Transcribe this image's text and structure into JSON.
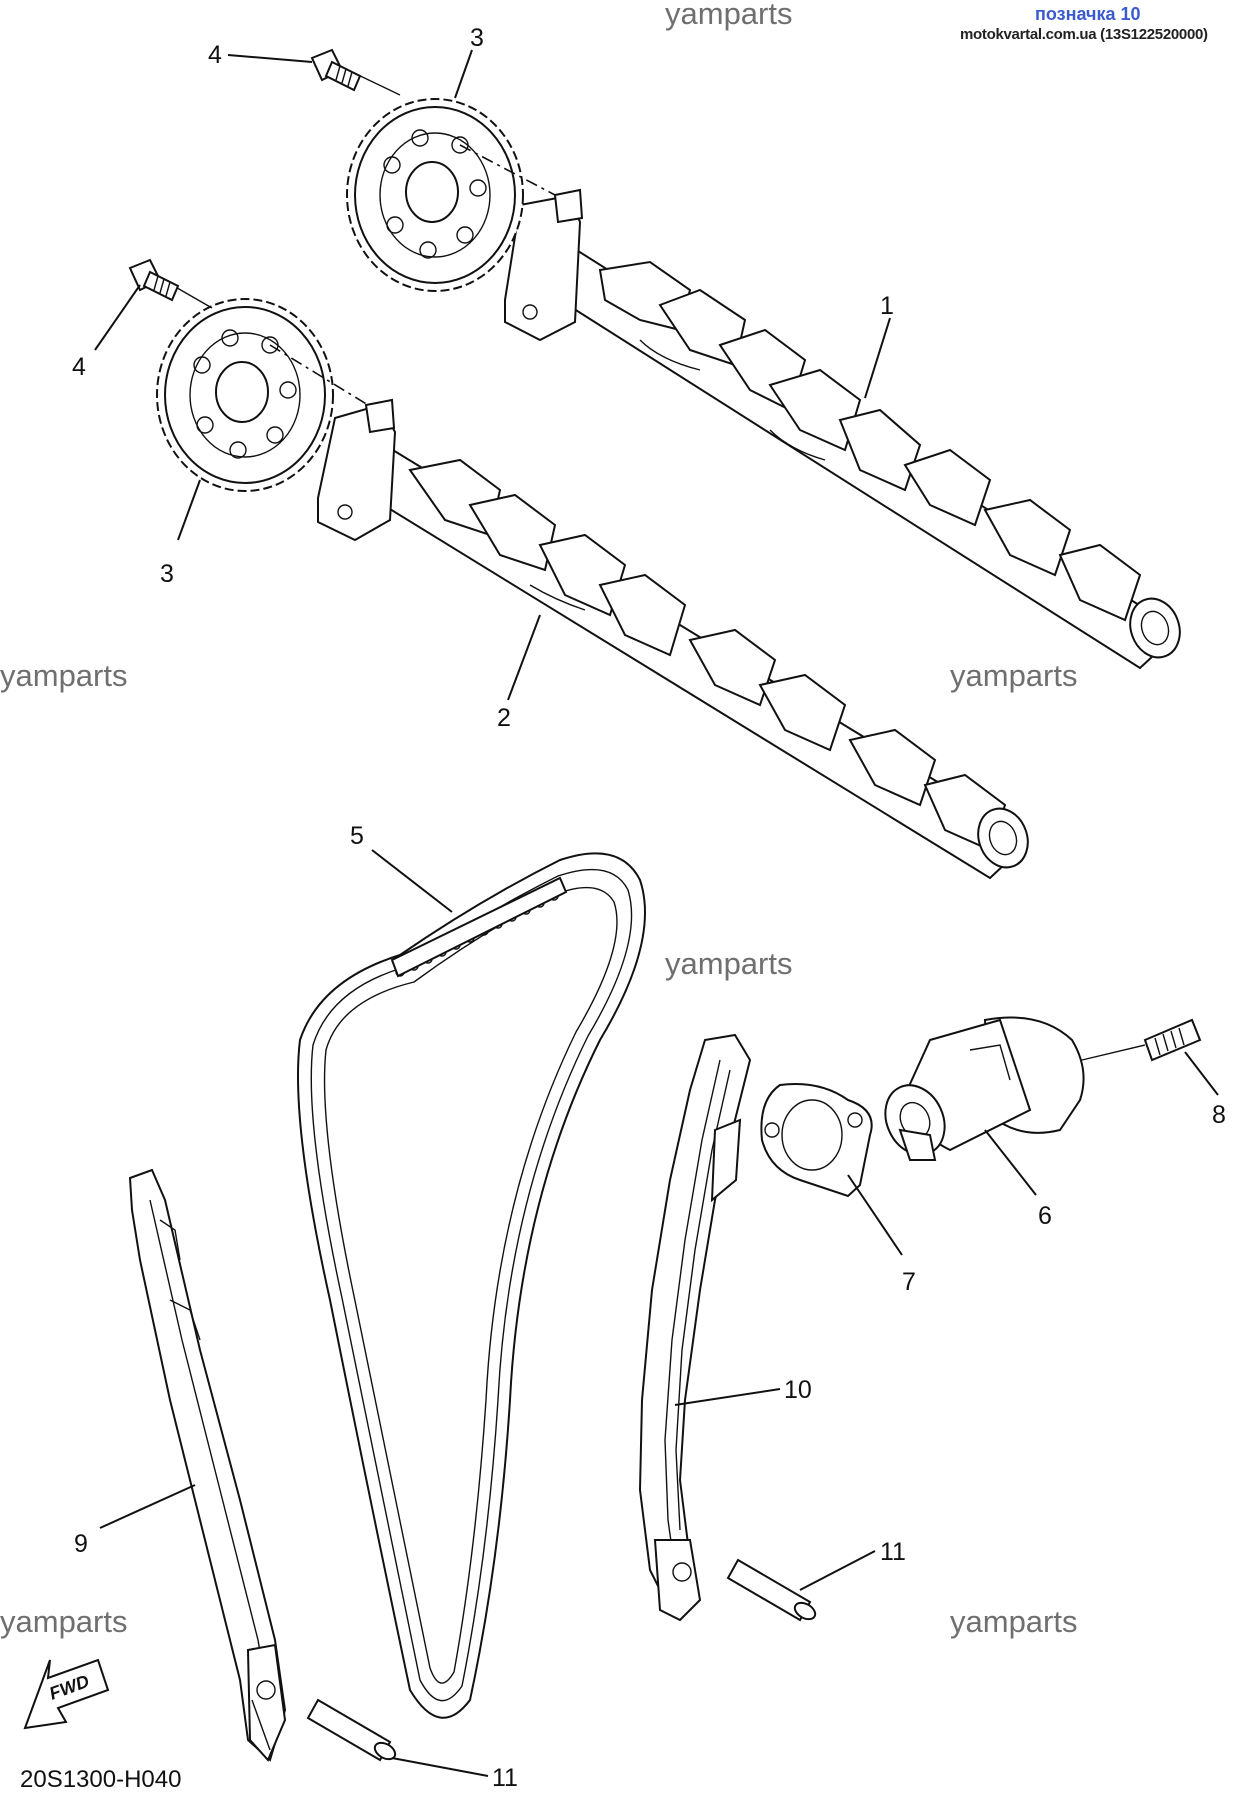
{
  "header": {
    "title": "позначка 10",
    "source": "motokvartal.com.ua (13S122520000)"
  },
  "watermarks": [
    "yamparts",
    "yamparts",
    "yamparts",
    "yamparts",
    "yamparts",
    "yamparts"
  ],
  "diagram_code": "20S1300-H040",
  "fwd_label": "FWD",
  "callouts": {
    "c1": "1",
    "c2": "2",
    "c3a": "3",
    "c3b": "3",
    "c4a": "4",
    "c4b": "4",
    "c5": "5",
    "c6": "6",
    "c7": "7",
    "c8": "8",
    "c9": "9",
    "c10": "10",
    "c11a": "11",
    "c11b": "11"
  },
  "colors": {
    "title_blue": "#3a5bd0",
    "watermark_gray": "#6f6f6f",
    "line": "#111111"
  }
}
